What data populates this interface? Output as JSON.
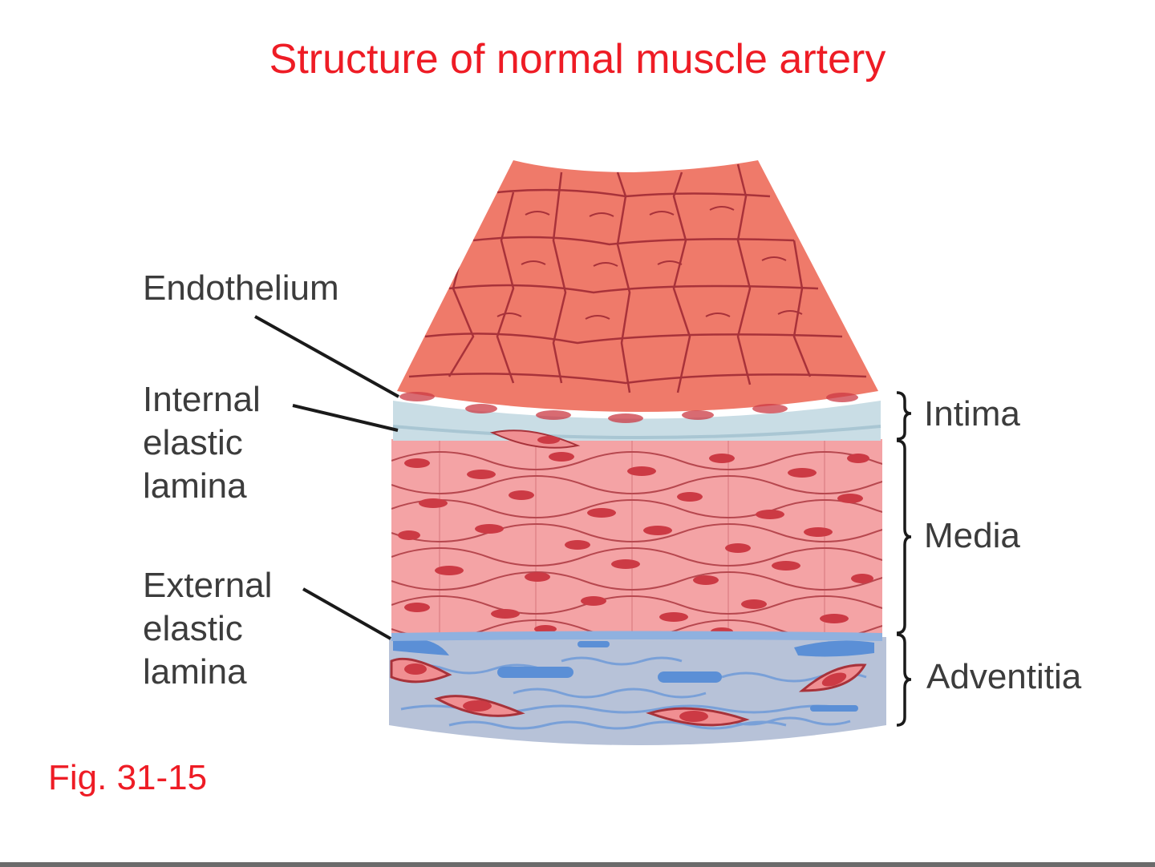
{
  "title": "Structure of normal muscle artery",
  "labels": {
    "endothelium": "Endothelium",
    "internal_line1": "Internal",
    "internal_line2": "elastic",
    "internal_line3": "lamina",
    "external_line1": "External",
    "external_line2": "elastic",
    "external_line3": "lamina",
    "intima": "Intima",
    "media": "Media",
    "adventitia": "Adventitia"
  },
  "figure_ref": "Fig. 31-15",
  "colors": {
    "title": "#ee1c25",
    "endothelium_fill": "#ef7a6a",
    "cell_line": "#a8323a",
    "elastic_lamina": "#c9dde5",
    "media_fill": "#f4a3a5",
    "nucleus": "#cc3a44",
    "adventitia_fill": "#b7c2d8",
    "adventitia_fiber": "#5b8fd6",
    "label_text": "#3c3c3c"
  }
}
